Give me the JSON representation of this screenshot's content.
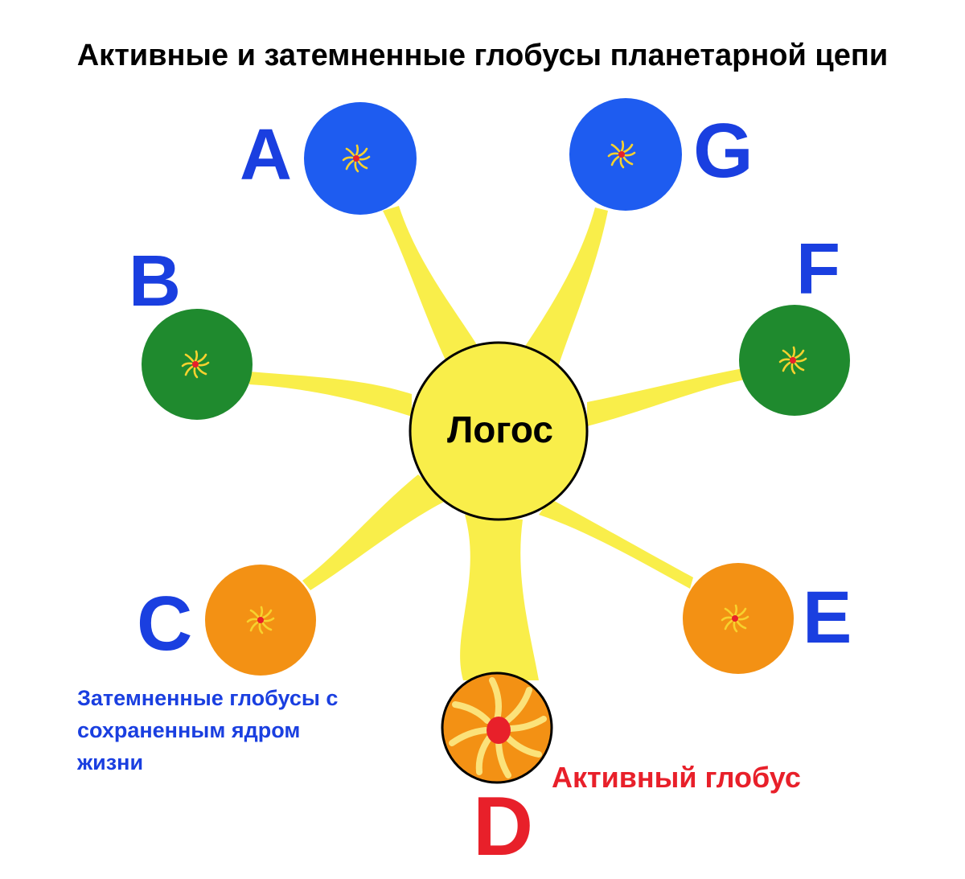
{
  "title": "Активные и затемненные глобусы планетарной цепи",
  "center_label": "Логос",
  "globes": [
    {
      "letter": "A",
      "state": "obscured",
      "color": "#1e5cf0"
    },
    {
      "letter": "B",
      "state": "obscured",
      "color": "#1f8a2e"
    },
    {
      "letter": "C",
      "state": "obscured",
      "color": "#f39114"
    },
    {
      "letter": "D",
      "state": "active",
      "color": "#f39114"
    },
    {
      "letter": "E",
      "state": "obscured",
      "color": "#f39114"
    },
    {
      "letter": "F",
      "state": "obscured",
      "color": "#1f8a2e"
    },
    {
      "letter": "G",
      "state": "obscured",
      "color": "#1e5cf0"
    }
  ],
  "legend": {
    "obscured": "Затемненные глобусы с сохраненным ядром жизни",
    "active": "Активный глобус"
  },
  "colors": {
    "ray_yellow": "#f9ee4a",
    "letter_blue": "#1a3fe0",
    "active_red": "#e8202a",
    "core_red": "#e8202a",
    "sun_yellow": "#f7e04a"
  }
}
